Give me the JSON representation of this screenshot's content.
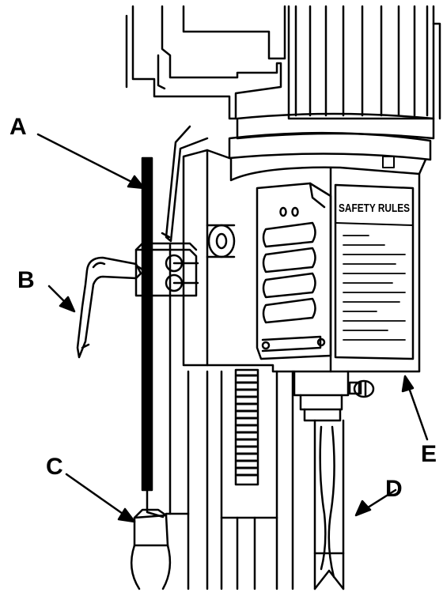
{
  "callouts": {
    "a": "A",
    "b": "B",
    "c": "C",
    "d": "D",
    "e": "E"
  },
  "safety_plate": {
    "title": "SAFETY RULES"
  },
  "colors": {
    "ink": "#000000",
    "paper": "#ffffff"
  }
}
